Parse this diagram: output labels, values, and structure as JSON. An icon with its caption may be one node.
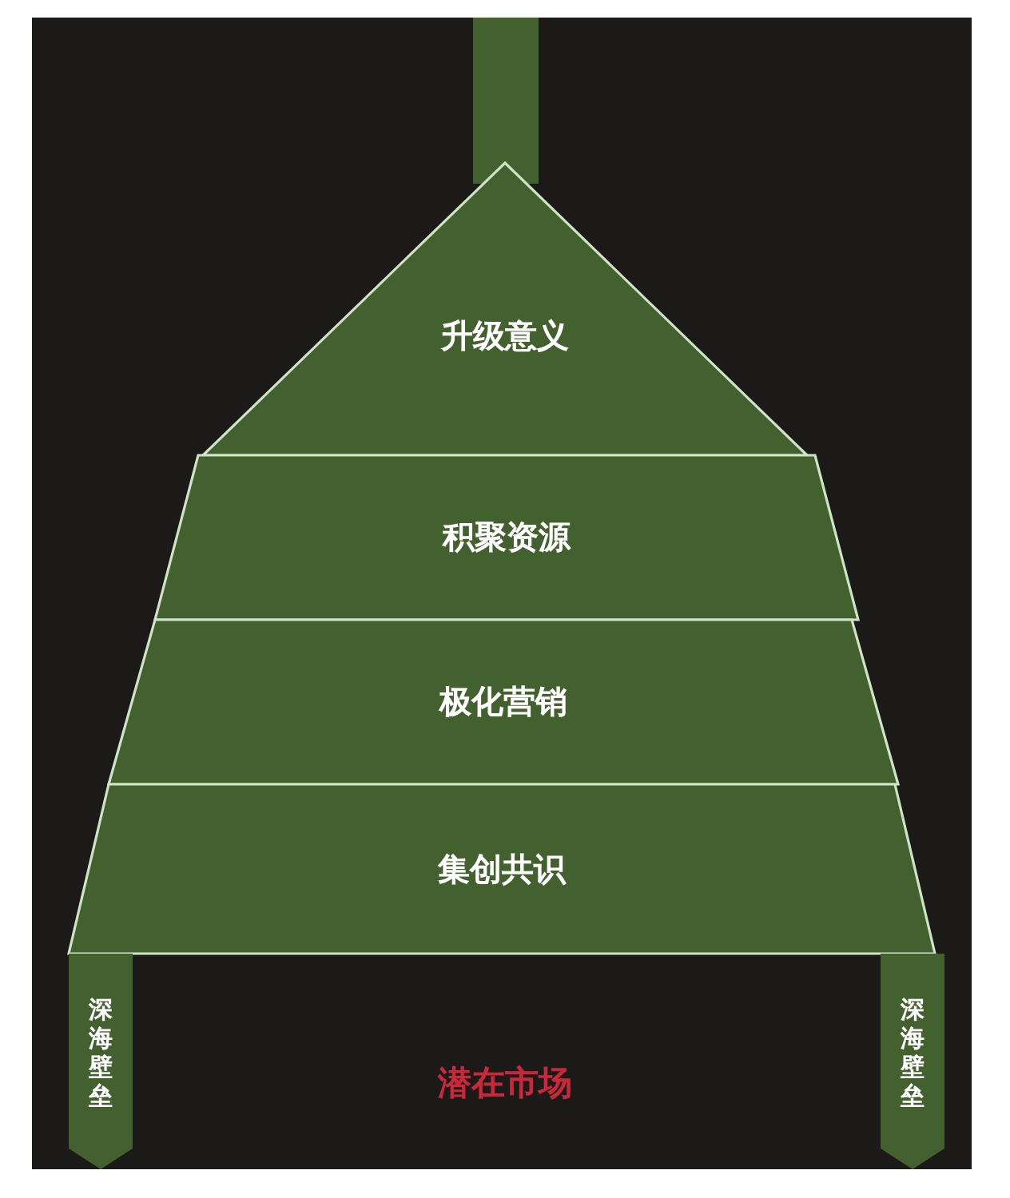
{
  "diagram": {
    "nodes": [
      {
        "text": [],
        "shape": "bar"
      },
      {
        "text": [
          "升级意义"
        ]
      },
      {
        "text": [
          "积聚资源"
        ]
      },
      {
        "text": [
          "极化营销"
        ]
      },
      {
        "text": [
          "集创共识"
        ]
      },
      {
        "text": [
          "深海壁垒"
        ]
      },
      {
        "text": [
          "深海壁垒"
        ]
      }
    ],
    "labels": [
      "潜在市场"
    ]
  }
}
